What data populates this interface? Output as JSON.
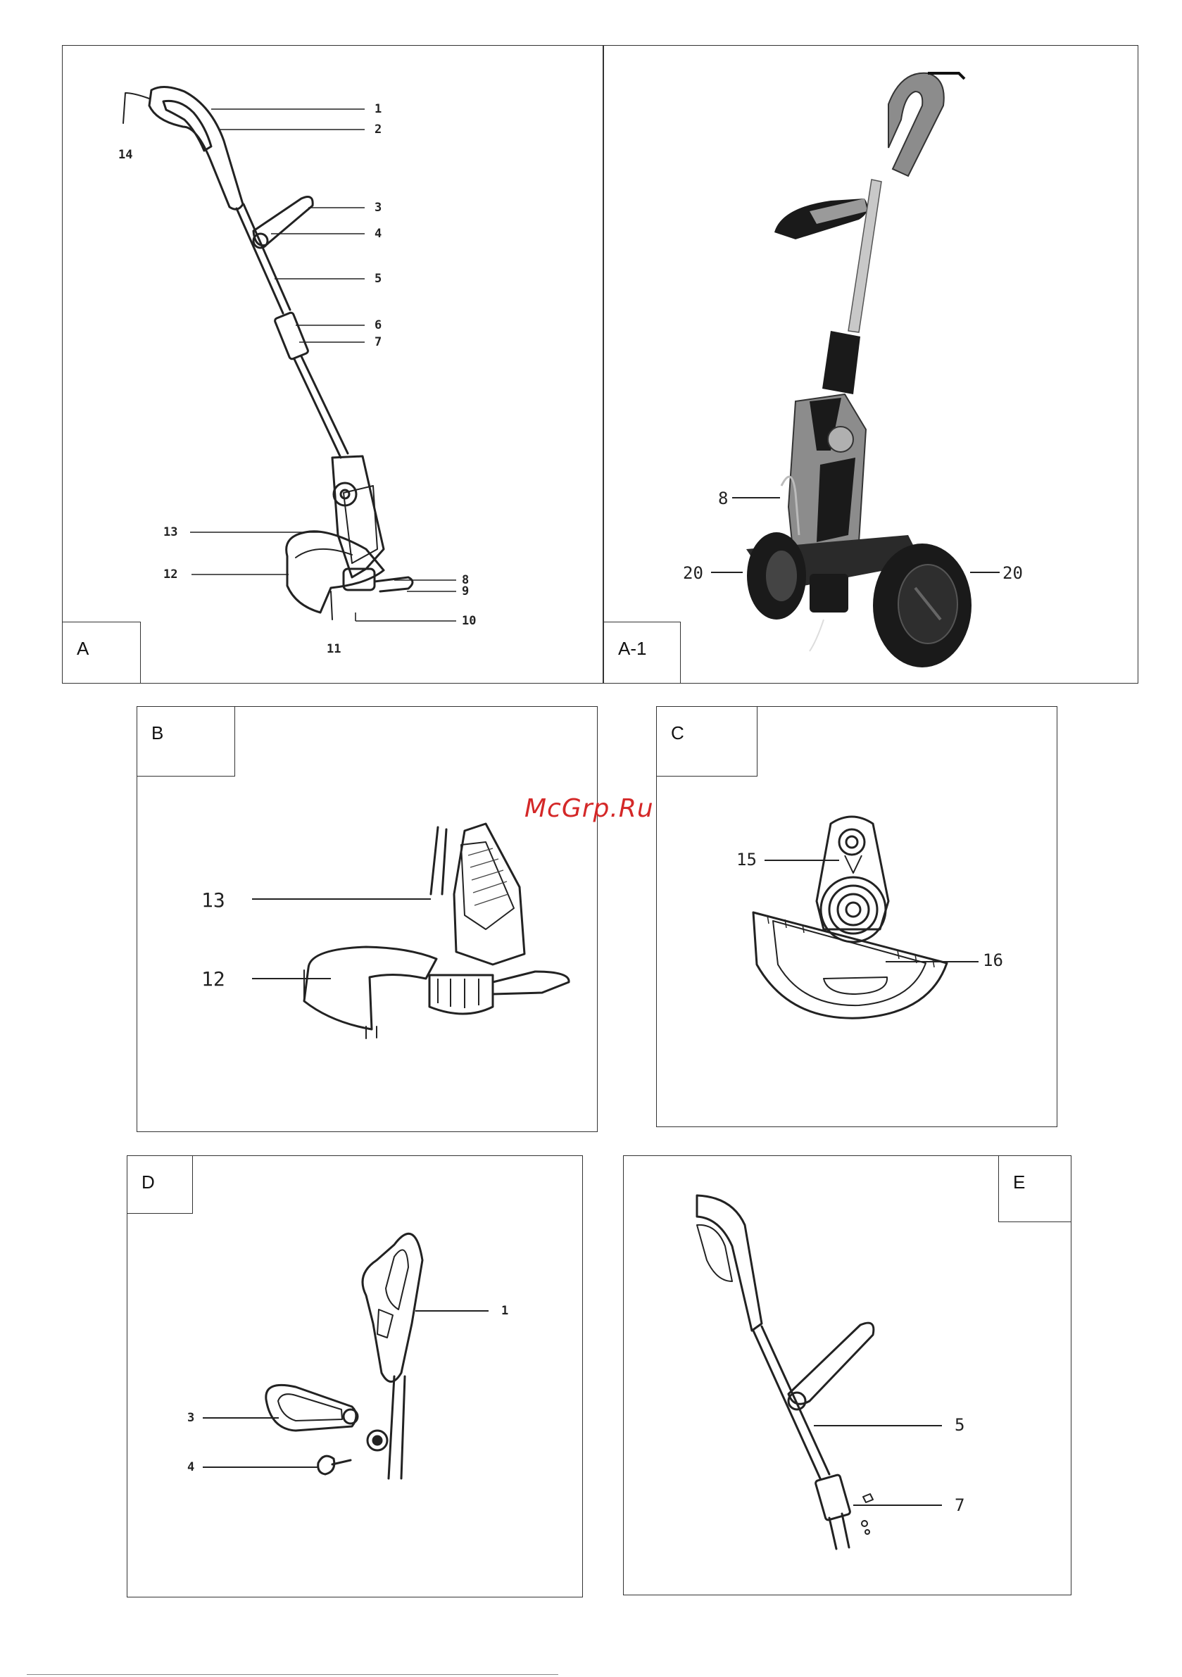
{
  "watermark": "McGrp.Ru",
  "panels": {
    "A": {
      "tag": "A",
      "callouts": [
        "1",
        "2",
        "3",
        "4",
        "5",
        "6",
        "7",
        "8",
        "9",
        "10",
        "11",
        "12",
        "13",
        "14"
      ]
    },
    "A1": {
      "tag": "A-1",
      "callouts": [
        "8",
        "20",
        "20"
      ]
    },
    "B": {
      "tag": "B",
      "callouts": [
        "13",
        "12"
      ]
    },
    "C": {
      "tag": "C",
      "callouts": [
        "15",
        "16"
      ]
    },
    "D": {
      "tag": "D",
      "callouts": [
        "1",
        "3",
        "4"
      ]
    },
    "E": {
      "tag": "E",
      "callouts": [
        "5",
        "7"
      ]
    }
  },
  "colors": {
    "frame": "#333333",
    "lineart": "#222222",
    "photo_grey": "#8c8c8c",
    "photo_dark": "#1a1a1a",
    "watermark": "#d42828"
  }
}
